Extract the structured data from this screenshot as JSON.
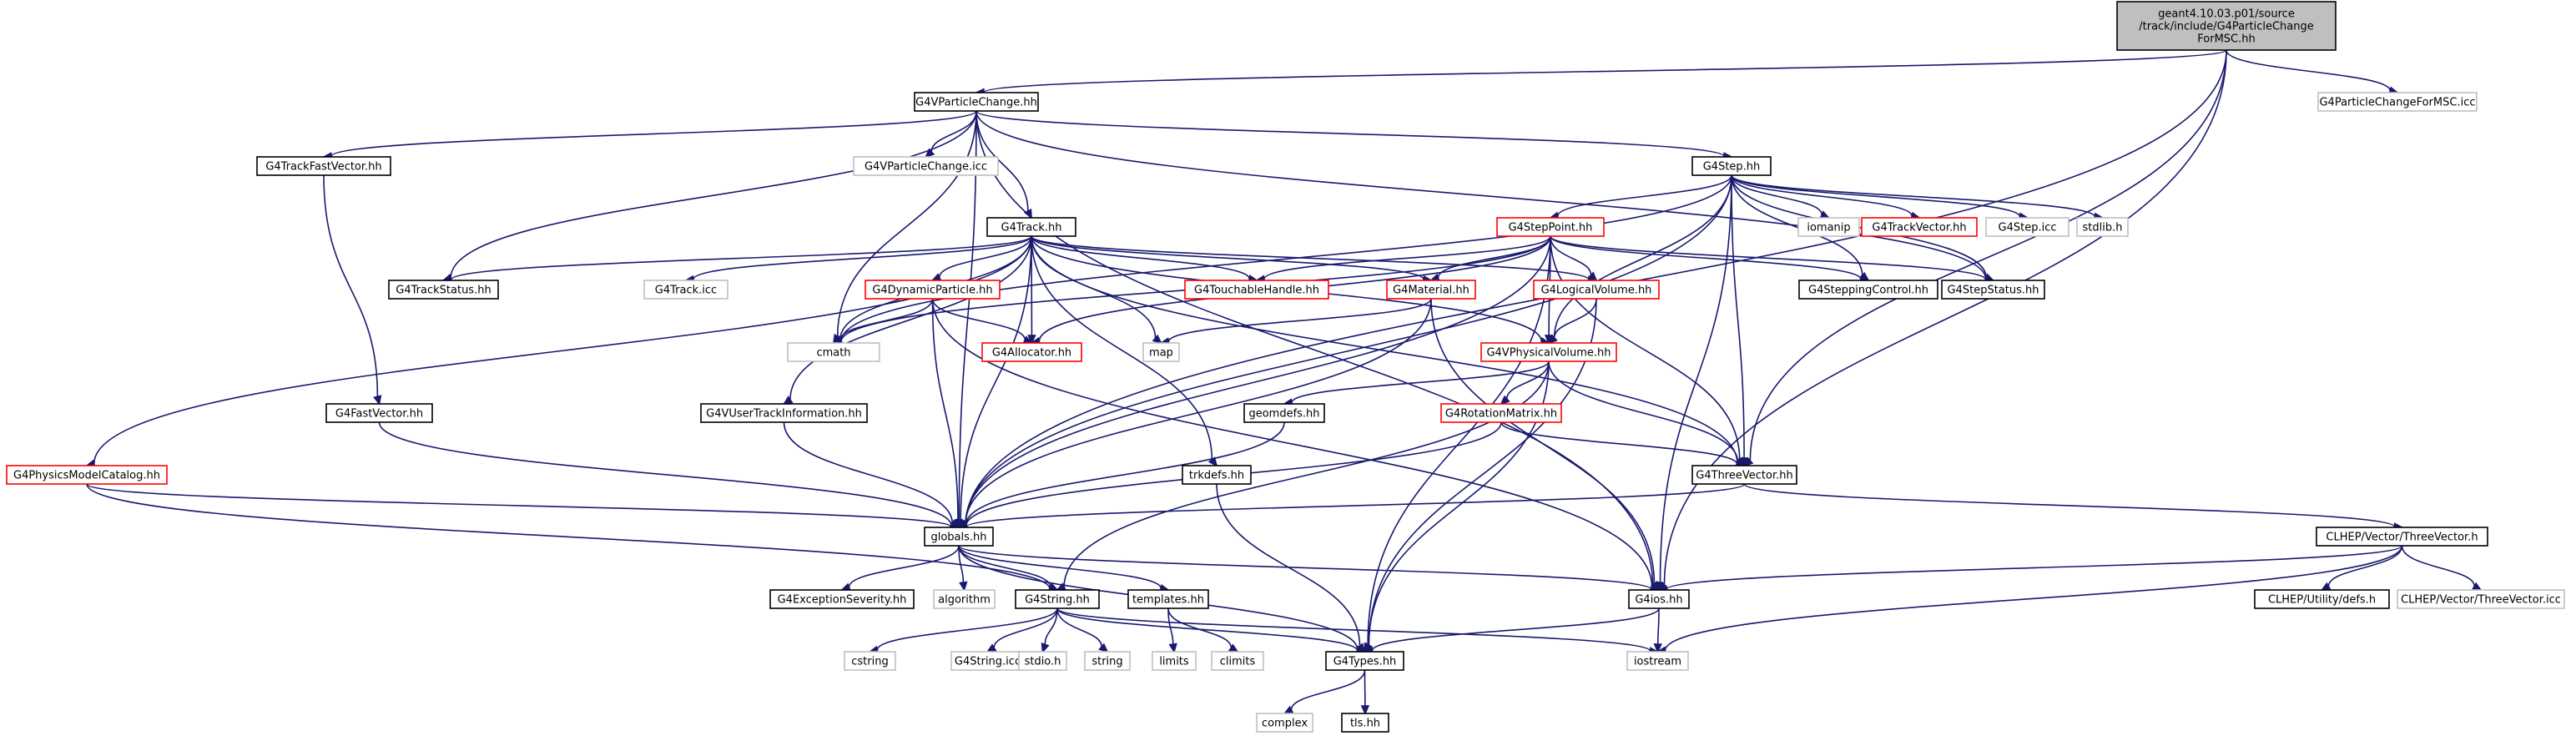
{
  "graph": {
    "edge_color": "#191970",
    "nodes": {
      "root": {
        "lines": [
          "geant4.10.03.p01/source",
          "/track/include/G4ParticleChange",
          "ForMSC.hh"
        ],
        "style": "root"
      },
      "vpc": {
        "label": "G4VParticleChange.hh",
        "style": "normal"
      },
      "icc_msc": {
        "label": "G4ParticleChangeForMSC.icc",
        "style": "missing"
      },
      "trackfastvec": {
        "label": "G4TrackFastVector.hh",
        "style": "normal"
      },
      "vpc_icc": {
        "label": "G4VParticleChange.icc",
        "style": "missing"
      },
      "step": {
        "label": "G4Step.hh",
        "style": "normal"
      },
      "track": {
        "label": "G4Track.hh",
        "style": "normal"
      },
      "steppoint": {
        "label": "G4StepPoint.hh",
        "style": "red"
      },
      "iomanip": {
        "label": "iomanip",
        "style": "missing"
      },
      "trackvector": {
        "label": "G4TrackVector.hh",
        "style": "red"
      },
      "step_icc": {
        "label": "G4Step.icc",
        "style": "missing"
      },
      "stdlib": {
        "label": "stdlib.h",
        "style": "missing"
      },
      "trackstatus": {
        "label": "G4TrackStatus.hh",
        "style": "normal"
      },
      "track_icc": {
        "label": "G4Track.icc",
        "style": "missing"
      },
      "dynpart": {
        "label": "G4DynamicParticle.hh",
        "style": "red"
      },
      "touchable": {
        "label": "G4TouchableHandle.hh",
        "style": "red"
      },
      "material": {
        "label": "G4Material.hh",
        "style": "red"
      },
      "logvol": {
        "label": "G4LogicalVolume.hh",
        "style": "red"
      },
      "steppingctl": {
        "label": "G4SteppingControl.hh",
        "style": "normal"
      },
      "stepstatus": {
        "label": "G4StepStatus.hh",
        "style": "normal"
      },
      "cmath": {
        "label": "cmath",
        "style": "missing"
      },
      "allocator": {
        "label": "G4Allocator.hh",
        "style": "red"
      },
      "map": {
        "label": "map",
        "style": "missing"
      },
      "physvol": {
        "label": "G4VPhysicalVolume.hh",
        "style": "red"
      },
      "fastvec": {
        "label": "G4FastVector.hh",
        "style": "normal"
      },
      "uti": {
        "label": "G4VUserTrackInformation.hh",
        "style": "normal"
      },
      "geomdefs": {
        "label": "geomdefs.hh",
        "style": "normal"
      },
      "rotmat": {
        "label": "G4RotationMatrix.hh",
        "style": "red"
      },
      "physmodel": {
        "label": "G4PhysicsModelCatalog.hh",
        "style": "red"
      },
      "trkdefs": {
        "label": "trkdefs.hh",
        "style": "normal"
      },
      "threevec": {
        "label": "G4ThreeVector.hh",
        "style": "normal"
      },
      "globals": {
        "label": "globals.hh",
        "style": "normal"
      },
      "clhep_tv": {
        "label": "CLHEP/Vector/ThreeVector.h",
        "style": "normal"
      },
      "excsev": {
        "label": "G4ExceptionSeverity.hh",
        "style": "normal"
      },
      "algorithm": {
        "label": "algorithm",
        "style": "missing"
      },
      "g4string": {
        "label": "G4String.hh",
        "style": "normal"
      },
      "templates": {
        "label": "templates.hh",
        "style": "normal"
      },
      "g4ios": {
        "label": "G4ios.hh",
        "style": "normal"
      },
      "clhep_defs": {
        "label": "CLHEP/Utility/defs.h",
        "style": "normal"
      },
      "clhep_tv_icc": {
        "label": "CLHEP/Vector/ThreeVector.icc",
        "style": "missing"
      },
      "cstring": {
        "label": "cstring",
        "style": "missing"
      },
      "g4string_icc": {
        "label": "G4String.icc",
        "style": "missing"
      },
      "stdio": {
        "label": "stdio.h",
        "style": "missing"
      },
      "string": {
        "label": "string",
        "style": "missing"
      },
      "limits": {
        "label": "limits",
        "style": "missing"
      },
      "climits": {
        "label": "climits",
        "style": "missing"
      },
      "g4types": {
        "label": "G4Types.hh",
        "style": "normal"
      },
      "iostream": {
        "label": "iostream",
        "style": "missing"
      },
      "complex": {
        "label": "complex",
        "style": "missing"
      },
      "tls": {
        "label": "tls.hh",
        "style": "normal"
      }
    },
    "edges": [
      [
        "root",
        "vpc"
      ],
      [
        "root",
        "icc_msc"
      ],
      [
        "root",
        "globals"
      ],
      [
        "root",
        "threevec"
      ],
      [
        "root",
        "g4ios"
      ],
      [
        "vpc",
        "trackfastvec"
      ],
      [
        "vpc",
        "vpc_icc"
      ],
      [
        "vpc",
        "step"
      ],
      [
        "vpc",
        "track"
      ],
      [
        "vpc",
        "globals"
      ],
      [
        "vpc",
        "trackstatus"
      ],
      [
        "vpc",
        "cmath"
      ],
      [
        "vpc",
        "stepstatus"
      ],
      [
        "vpc",
        "g4ios"
      ],
      [
        "trackfastvec",
        "fastvec"
      ],
      [
        "step",
        "steppoint"
      ],
      [
        "step",
        "iomanip"
      ],
      [
        "step",
        "trackvector"
      ],
      [
        "step",
        "step_icc"
      ],
      [
        "step",
        "stdlib"
      ],
      [
        "step",
        "globals"
      ],
      [
        "step",
        "cmath"
      ],
      [
        "step",
        "steppingctl"
      ],
      [
        "step",
        "stepstatus"
      ],
      [
        "step",
        "threevec"
      ],
      [
        "step",
        "physvol"
      ],
      [
        "step",
        "g4ios"
      ],
      [
        "track",
        "trackstatus"
      ],
      [
        "track",
        "track_icc"
      ],
      [
        "track",
        "dynpart"
      ],
      [
        "track",
        "touchable"
      ],
      [
        "track",
        "material"
      ],
      [
        "track",
        "logvol"
      ],
      [
        "track",
        "cmath"
      ],
      [
        "track",
        "allocator"
      ],
      [
        "track",
        "map"
      ],
      [
        "track",
        "physvol"
      ],
      [
        "track",
        "uti"
      ],
      [
        "track",
        "physmodel"
      ],
      [
        "track",
        "trkdefs"
      ],
      [
        "track",
        "threevec"
      ],
      [
        "track",
        "globals"
      ],
      [
        "steppoint",
        "touchable"
      ],
      [
        "steppoint",
        "material"
      ],
      [
        "steppoint",
        "logvol"
      ],
      [
        "steppoint",
        "steppingctl"
      ],
      [
        "steppoint",
        "stepstatus"
      ],
      [
        "steppoint",
        "allocator"
      ],
      [
        "steppoint",
        "cmath"
      ],
      [
        "steppoint",
        "physvol"
      ],
      [
        "steppoint",
        "threevec"
      ],
      [
        "steppoint",
        "globals"
      ],
      [
        "steppoint",
        "g4types"
      ],
      [
        "dynpart",
        "cmath"
      ],
      [
        "dynpart",
        "allocator"
      ],
      [
        "dynpart",
        "globals"
      ],
      [
        "dynpart",
        "g4ios"
      ],
      [
        "material",
        "map"
      ],
      [
        "material",
        "globals"
      ],
      [
        "material",
        "g4ios"
      ],
      [
        "logvol",
        "physvol"
      ],
      [
        "logvol",
        "g4types"
      ],
      [
        "physvol",
        "geomdefs"
      ],
      [
        "physvol",
        "rotmat"
      ],
      [
        "physvol",
        "threevec"
      ],
      [
        "physvol",
        "g4string"
      ],
      [
        "physvol",
        "g4types"
      ],
      [
        "fastvec",
        "globals"
      ],
      [
        "uti",
        "globals"
      ],
      [
        "geomdefs",
        "globals"
      ],
      [
        "rotmat",
        "globals"
      ],
      [
        "rotmat",
        "threevec"
      ],
      [
        "physmodel",
        "globals"
      ],
      [
        "physmodel",
        "g4string"
      ],
      [
        "trkdefs",
        "g4types"
      ],
      [
        "threevec",
        "globals"
      ],
      [
        "threevec",
        "clhep_tv"
      ],
      [
        "globals",
        "excsev"
      ],
      [
        "globals",
        "algorithm"
      ],
      [
        "globals",
        "g4string"
      ],
      [
        "globals",
        "templates"
      ],
      [
        "globals",
        "g4ios"
      ],
      [
        "globals",
        "g4types"
      ],
      [
        "clhep_tv",
        "clhep_defs"
      ],
      [
        "clhep_tv",
        "clhep_tv_icc"
      ],
      [
        "clhep_tv",
        "iostream"
      ],
      [
        "clhep_tv",
        "g4ios"
      ],
      [
        "g4string",
        "cstring"
      ],
      [
        "g4string",
        "g4string_icc"
      ],
      [
        "g4string",
        "stdio"
      ],
      [
        "g4string",
        "string"
      ],
      [
        "g4string",
        "g4types"
      ],
      [
        "g4string",
        "iostream"
      ],
      [
        "templates",
        "limits"
      ],
      [
        "templates",
        "climits"
      ],
      [
        "g4ios",
        "g4types"
      ],
      [
        "g4ios",
        "iostream"
      ],
      [
        "g4types",
        "complex"
      ],
      [
        "g4types",
        "tls"
      ]
    ]
  }
}
